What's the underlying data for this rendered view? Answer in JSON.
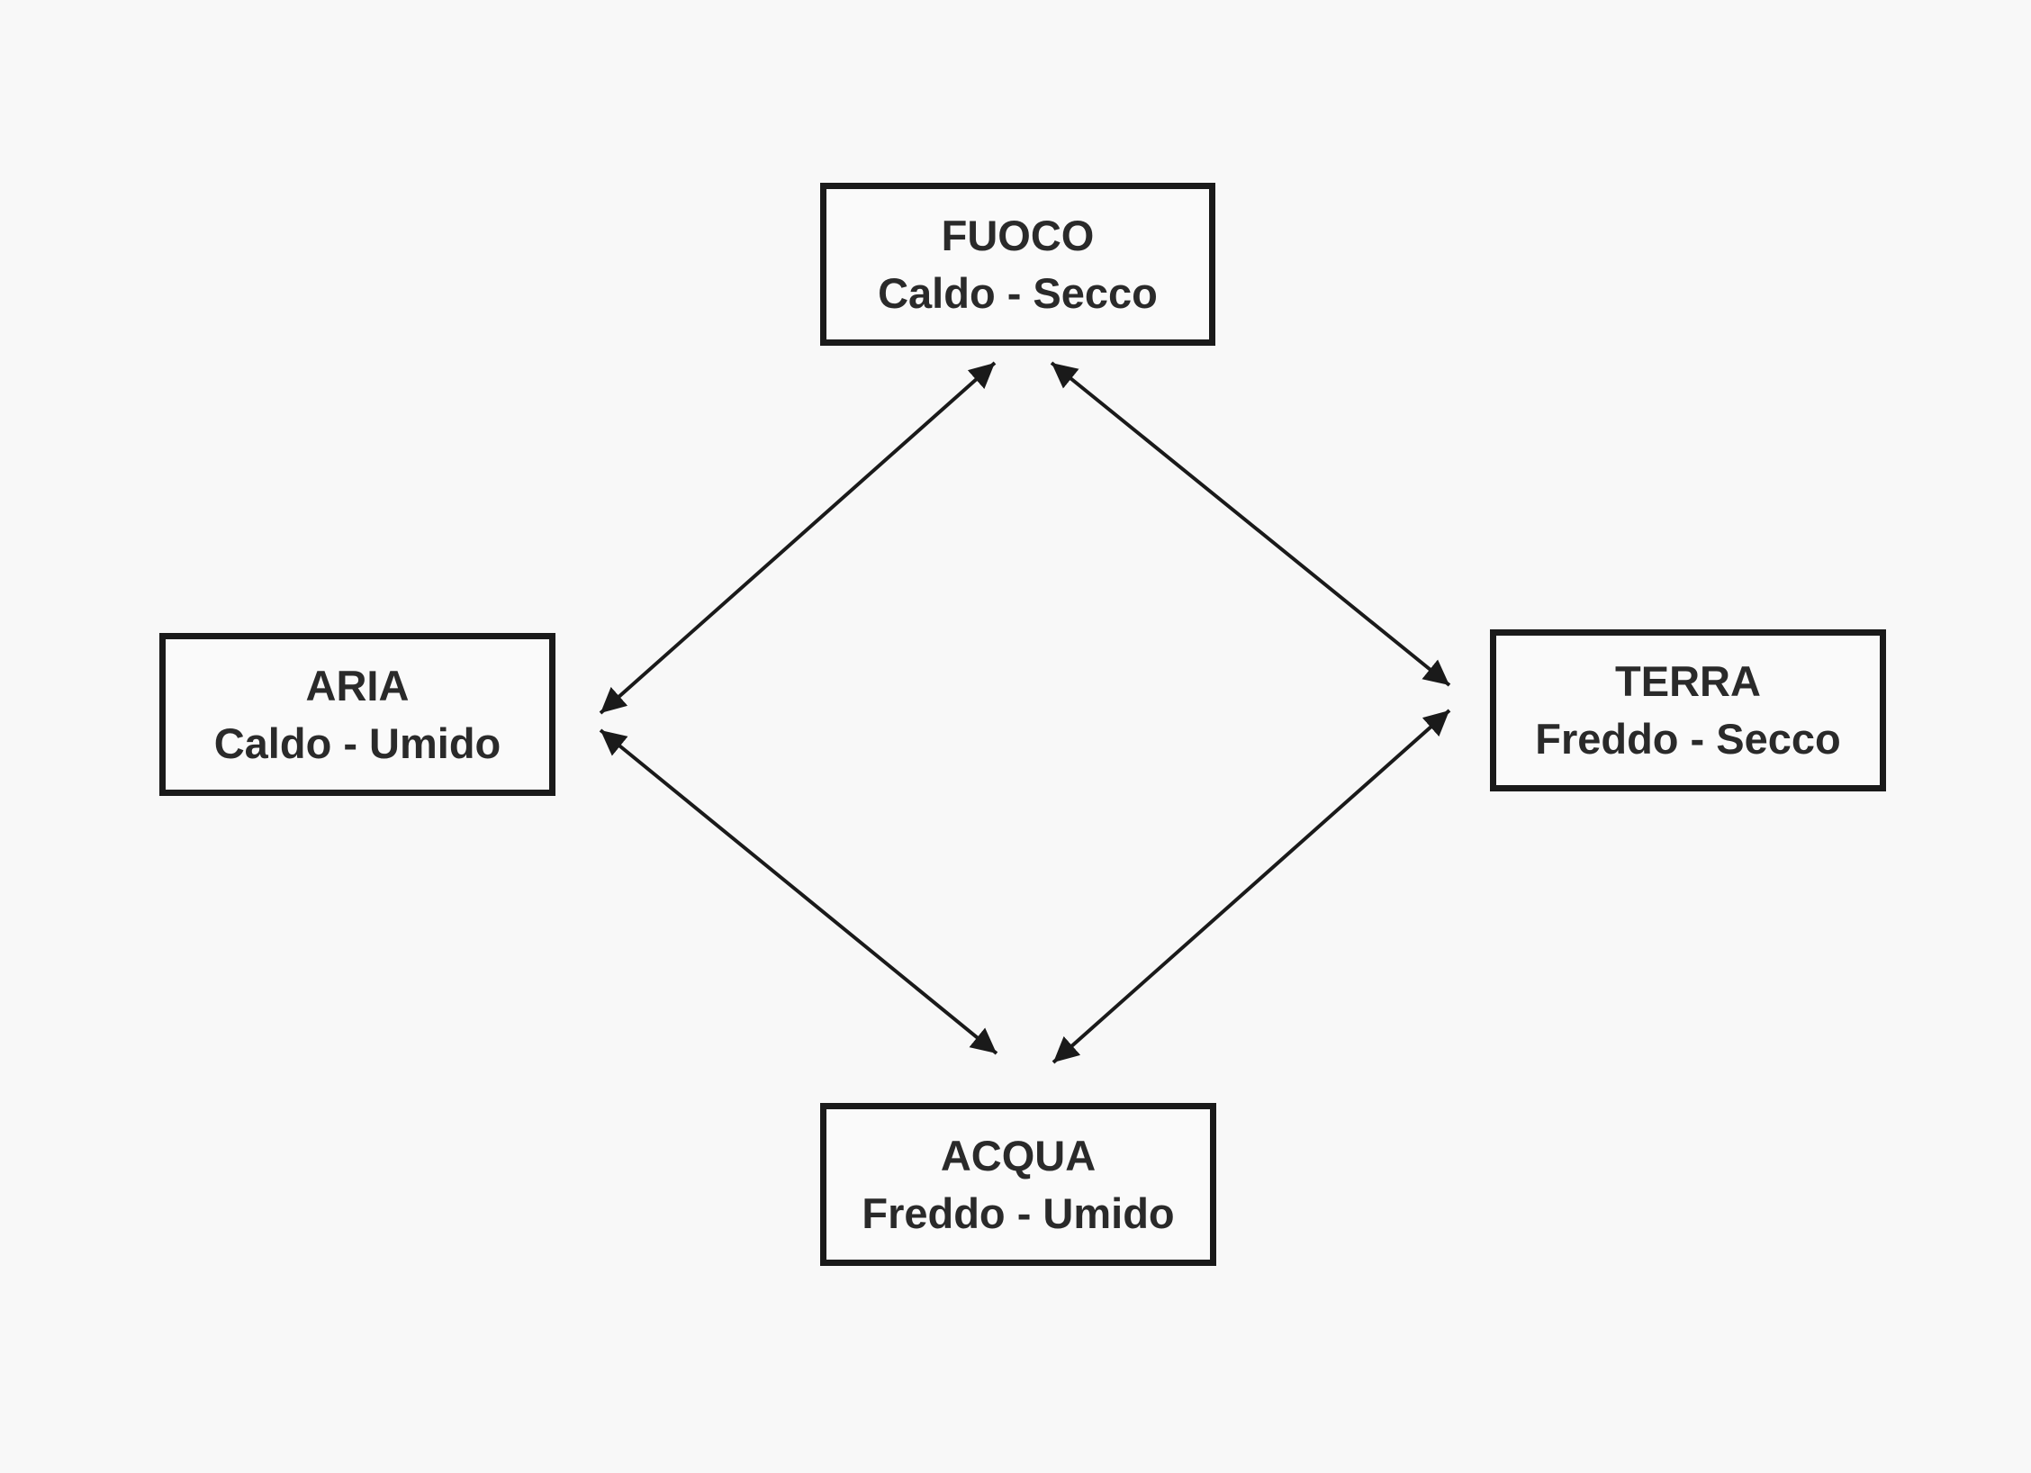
{
  "diagram": {
    "nodes": [
      {
        "id": "fuoco",
        "name": "FUOCO",
        "qualities": "Caldo - Secco"
      },
      {
        "id": "aria",
        "name": "ARIA",
        "qualities": "Caldo - Umido"
      },
      {
        "id": "terra",
        "name": "TERRA",
        "qualities": "Freddo - Secco"
      },
      {
        "id": "acqua",
        "name": "ACQUA",
        "qualities": "Freddo - Umido"
      }
    ],
    "edges": [
      {
        "from": "fuoco",
        "to": "aria",
        "direction": "both"
      },
      {
        "from": "fuoco",
        "to": "terra",
        "direction": "both"
      },
      {
        "from": "aria",
        "to": "acqua",
        "direction": "both"
      },
      {
        "from": "terra",
        "to": "acqua",
        "direction": "both"
      }
    ],
    "colors": {
      "line": "#1a1a1a",
      "text": "#2a2a2a",
      "background": "#f8f8f8"
    }
  }
}
